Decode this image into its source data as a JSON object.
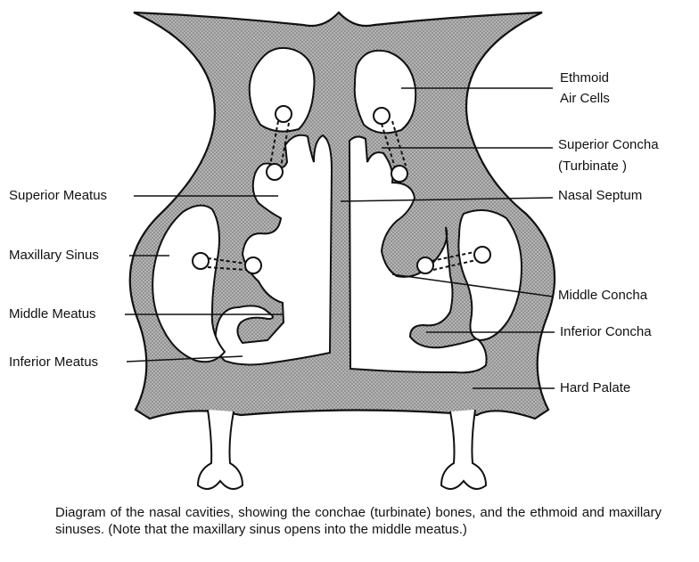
{
  "labels": {
    "ethmoid_line1": "Ethmoid",
    "ethmoid_line2": "Air Cells",
    "superior_concha_line1": "Superior Concha",
    "superior_concha_line2": "(Turbinate )",
    "superior_meatus": "Superior Meatus",
    "nasal_septum": "Nasal Septum",
    "maxillary_sinus": "Maxillary Sinus",
    "middle_concha": "Middle Concha",
    "middle_meatus": "Middle Meatus",
    "inferior_concha": "Inferior Concha",
    "inferior_meatus": "Inferior Meatus",
    "hard_palate": "Hard Palate"
  },
  "caption": "Diagram of the nasal cavities, showing the conchae (turbinate) bones, and the ethmoid and maxillary sinuses. (Note that the maxillary sinus opens into the middle meatus.)",
  "colors": {
    "bone_fill": "#a9a9a9",
    "outline": "#111111",
    "cavity": "#ffffff"
  }
}
